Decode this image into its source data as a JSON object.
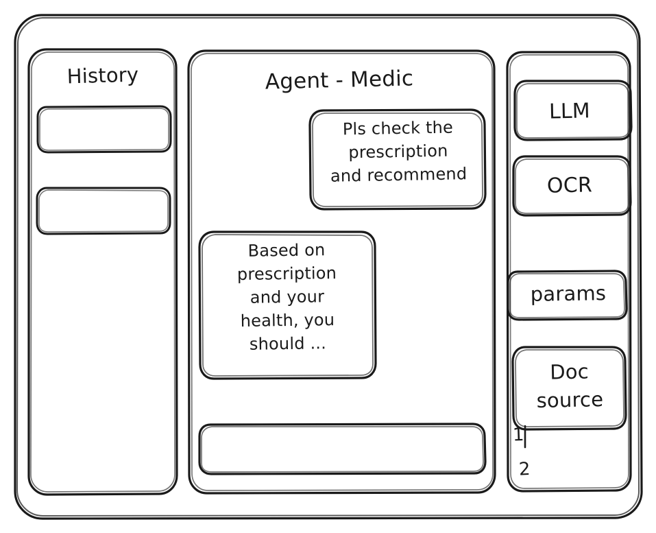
{
  "window": {
    "name": "agent-medic-wireframe"
  },
  "sidebar_left": {
    "title": "History",
    "items": [
      {
        "label": "",
        "name": "history-item-1"
      },
      {
        "label": "",
        "name": "history-item-2"
      }
    ]
  },
  "main": {
    "title": "Agent - Medic",
    "messages": [
      {
        "role": "user",
        "text": "Pls check the\nprescription\nand recommend"
      },
      {
        "role": "agent",
        "text": "Based on\nprescription\nand your\nhealth, you\nshould ..."
      }
    ],
    "composer": {
      "value": "",
      "placeholder": ""
    }
  },
  "sidebar_right": {
    "items": [
      {
        "label": "LLM",
        "name": "llm-panel"
      },
      {
        "label": "OCR",
        "name": "ocr-panel"
      },
      {
        "label": "params",
        "name": "params-panel"
      },
      {
        "label": "Doc\nsource",
        "name": "doc-source-panel"
      }
    ],
    "doc_list": [
      {
        "label": "1"
      },
      {
        "label": "2"
      }
    ]
  },
  "style": {
    "ink": "#1a1a1a",
    "paper": "#ffffff"
  }
}
